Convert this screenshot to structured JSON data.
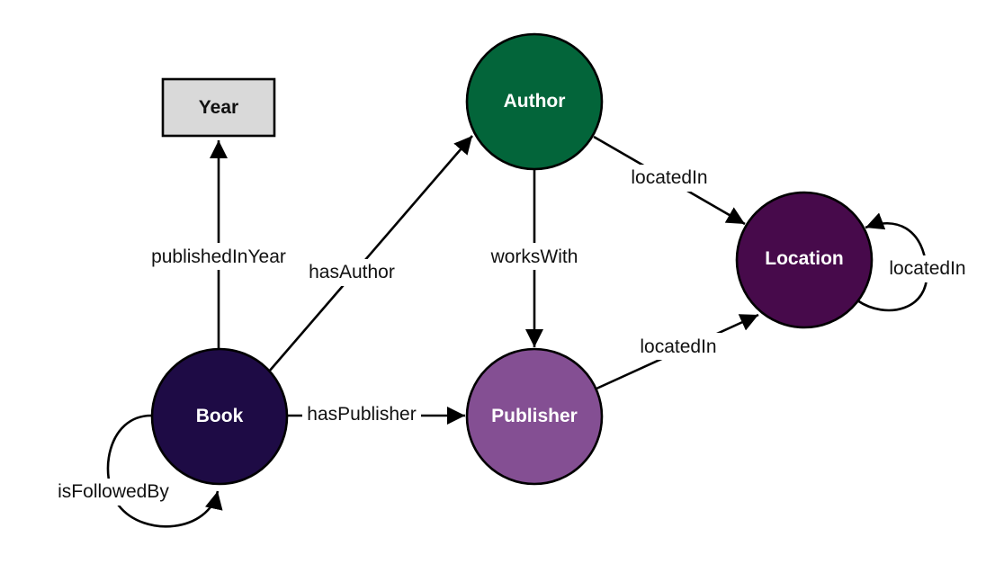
{
  "nodes": {
    "year": {
      "label": "Year",
      "fill": "#d9d9d9",
      "shape": "rect"
    },
    "author": {
      "label": "Author",
      "fill": "#03653a",
      "shape": "circle"
    },
    "location": {
      "label": "Location",
      "fill": "#470a4b",
      "shape": "circle"
    },
    "book": {
      "label": "Book",
      "fill": "#1e0b45",
      "shape": "circle"
    },
    "publisher": {
      "label": "Publisher",
      "fill": "#844f93",
      "shape": "circle"
    }
  },
  "edges": {
    "book_year": {
      "from": "Book",
      "to": "Year",
      "label": "publishedInYear"
    },
    "book_author": {
      "from": "Book",
      "to": "Author",
      "label": "hasAuthor"
    },
    "book_publisher": {
      "from": "Book",
      "to": "Publisher",
      "label": "hasPublisher"
    },
    "book_self": {
      "from": "Book",
      "to": "Book",
      "label": "isFollowedBy"
    },
    "author_publisher": {
      "from": "Author",
      "to": "Publisher",
      "label": "worksWith"
    },
    "author_location": {
      "from": "Author",
      "to": "Location",
      "label": "locatedIn"
    },
    "publisher_location": {
      "from": "Publisher",
      "to": "Location",
      "label": "locatedIn"
    },
    "location_self": {
      "from": "Location",
      "to": "Location",
      "label": "locatedIn"
    }
  }
}
